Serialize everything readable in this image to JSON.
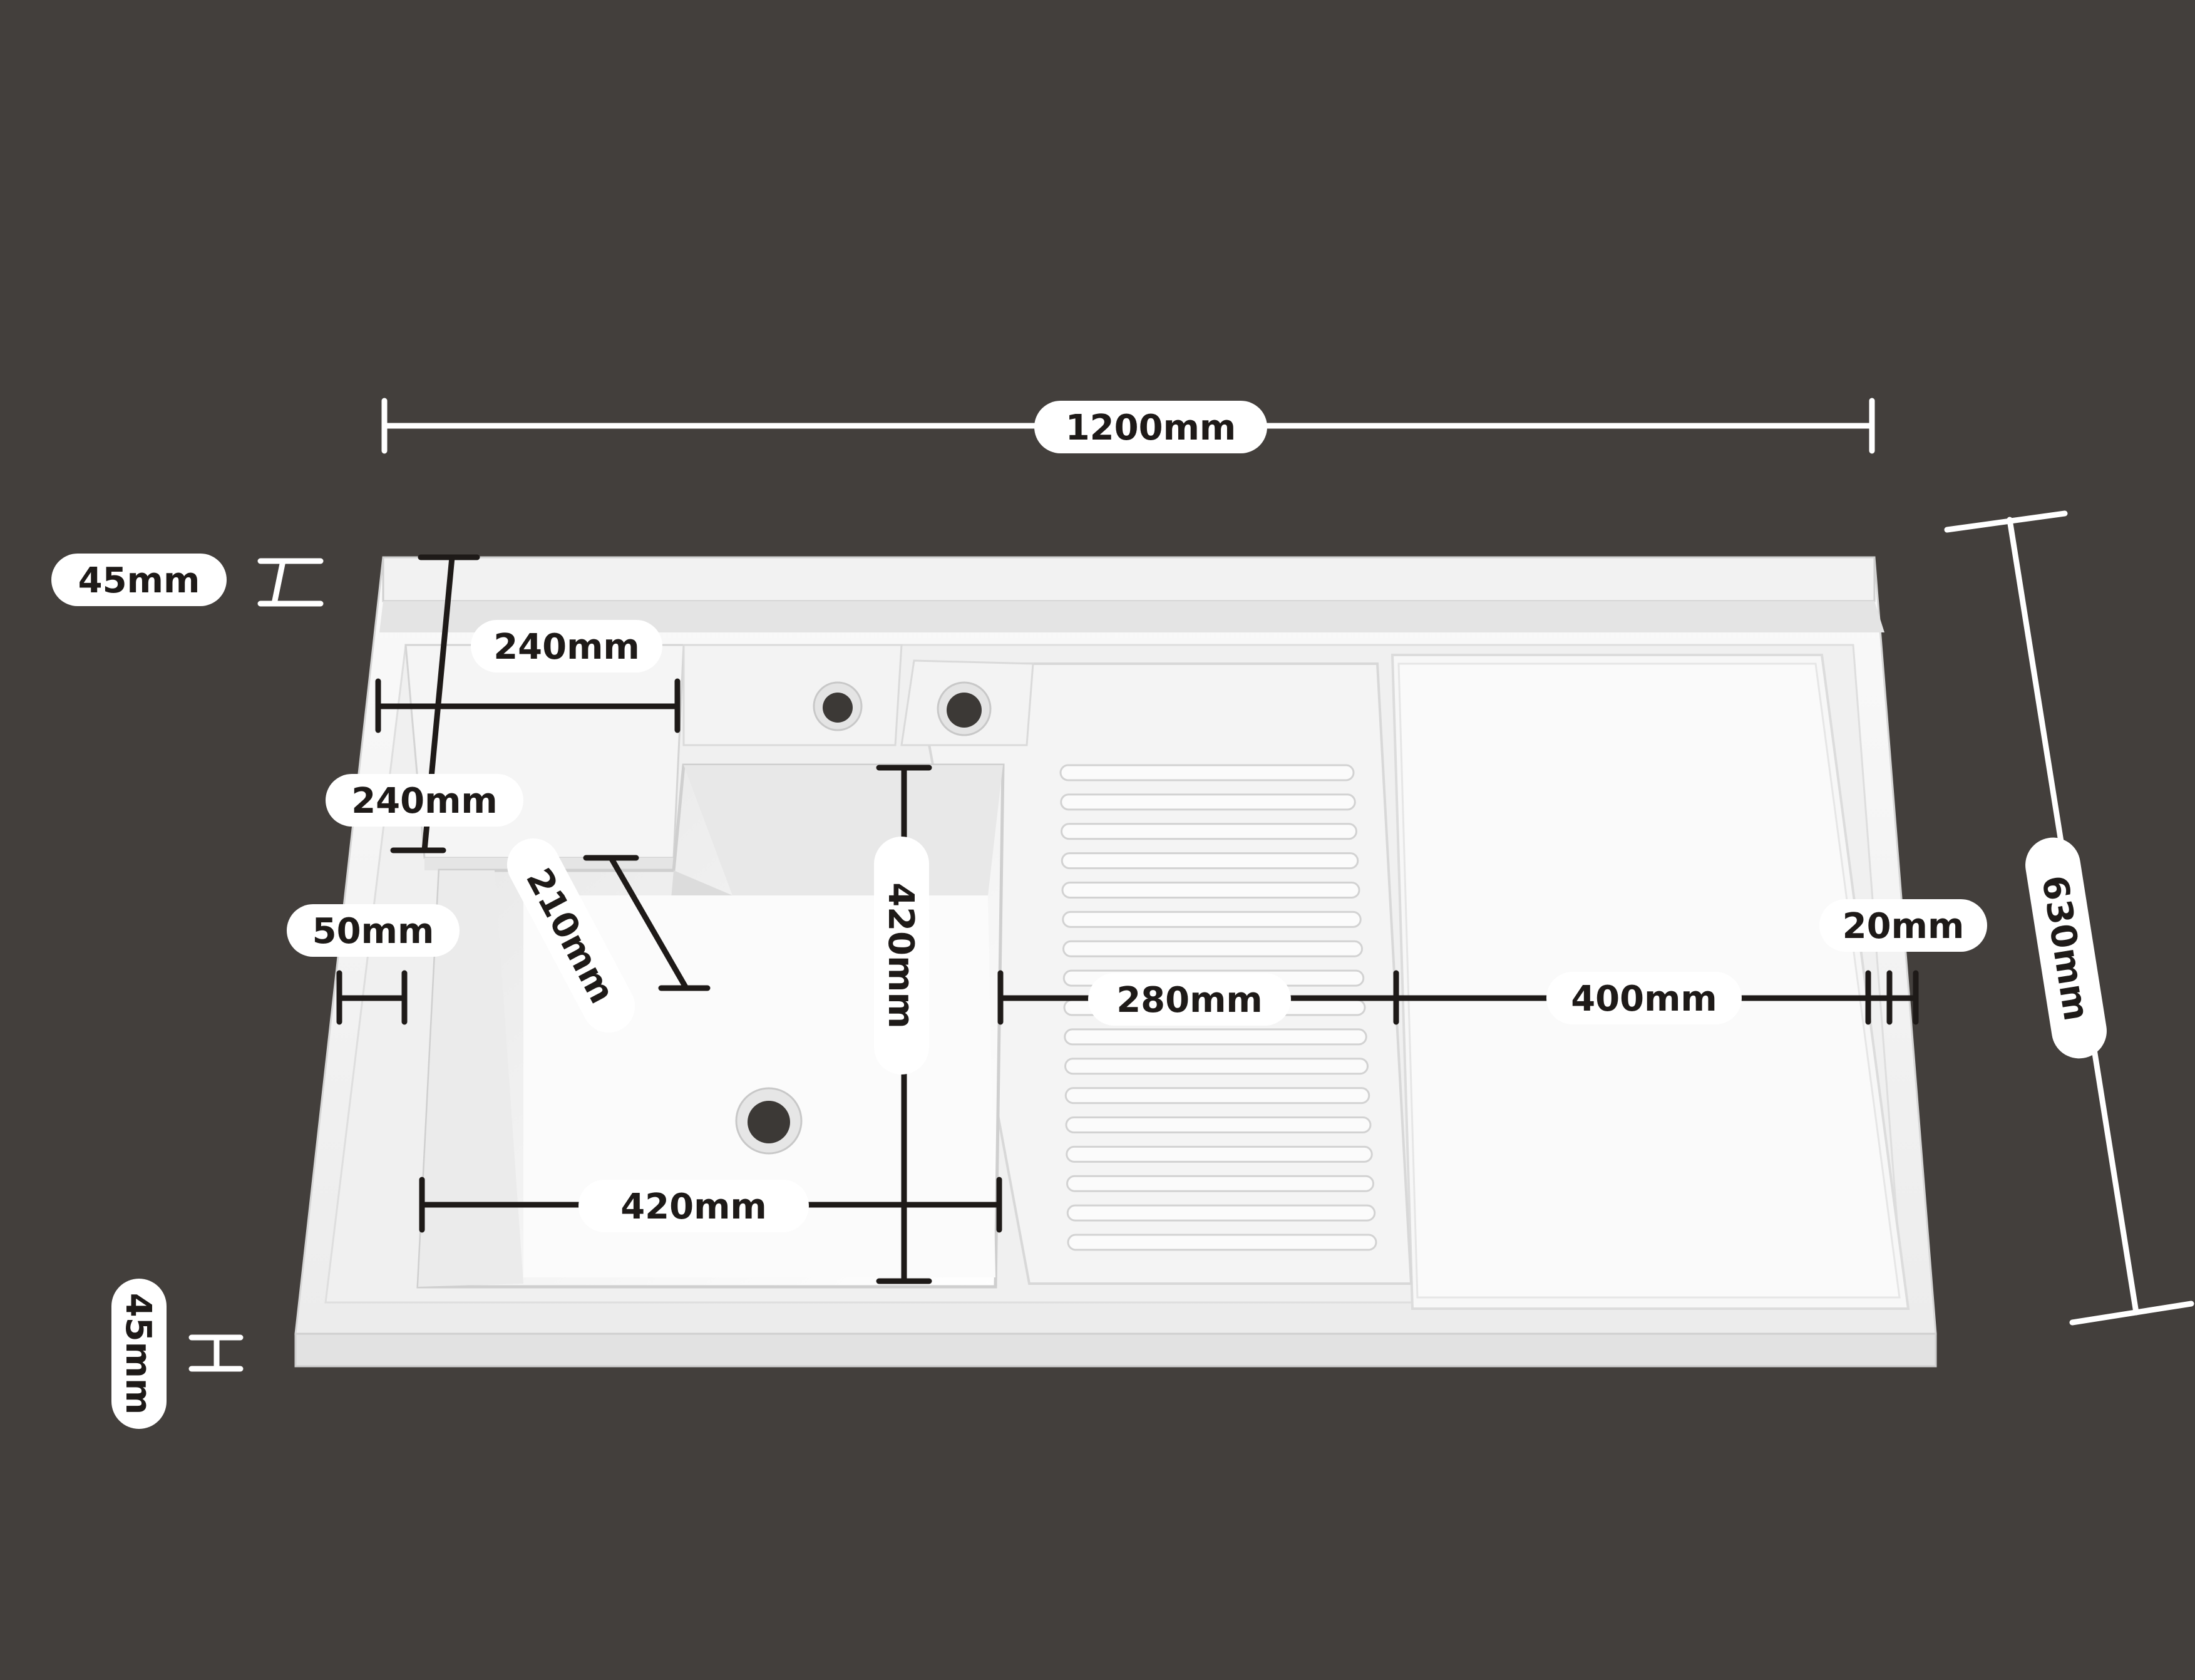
{
  "colors": {
    "background": "#433f3c",
    "sink_white": "#f4f4f4",
    "sink_shadow": "#d9d9d9",
    "dim_line_light": "#ffffff",
    "dim_line_dark": "#1e1a18",
    "label_fill": "#ffffff",
    "label_text": "#1e1a18"
  },
  "dimensions": {
    "total_width": "1200mm",
    "total_depth": "630mm",
    "backsplash_height": "45mm",
    "front_edge_height": "45mm",
    "soap_tray_width": "240mm",
    "soap_tray_depth": "240mm",
    "tray_step_height": "210mm",
    "side_margin": "50mm",
    "basin_depth": "420mm",
    "basin_width": "420mm",
    "washboard_width": "280mm",
    "drainboard_width": "400mm",
    "right_rim": "20mm"
  },
  "washboard_ridges": 17
}
